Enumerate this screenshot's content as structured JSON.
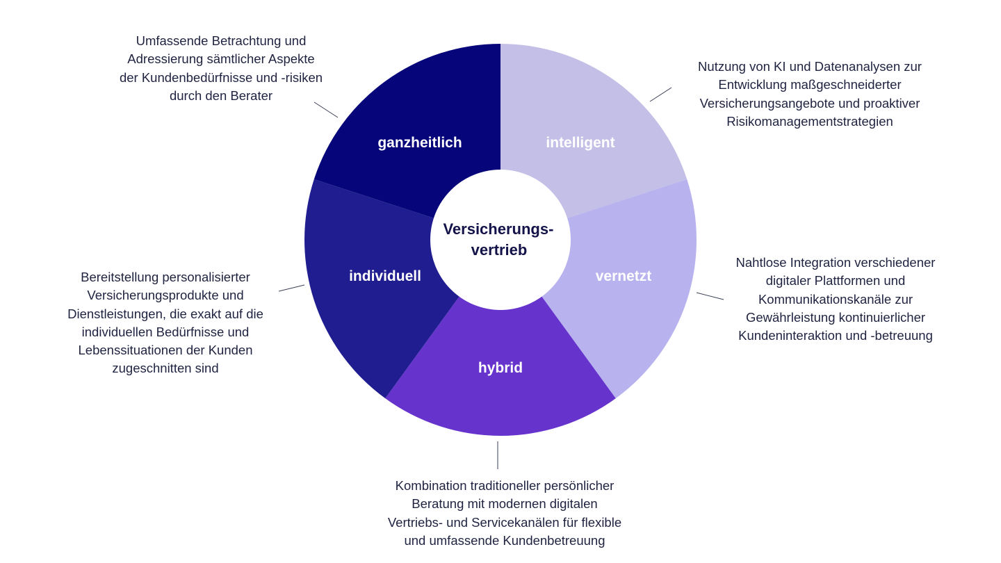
{
  "diagram": {
    "center": {
      "lines": [
        "Versicherungs-",
        "vertrieb"
      ]
    },
    "segments": [
      {
        "id": "intelligent",
        "label": "intelligent",
        "color": "#c4bfe6",
        "text_color": "#ffffff",
        "description": [
          "Nutzung von KI und Datenanalysen zur",
          "Entwicklung maßgeschneiderter",
          "Versicherungsangebote und proaktiver",
          "Risikomanagementstrategien"
        ]
      },
      {
        "id": "vernetzt",
        "label": "vernetzt",
        "color": "#b8b3ef",
        "text_color": "#ffffff",
        "description": [
          "Nahtlose Integration verschiedener",
          "digitaler Plattformen und",
          "Kommunikationskanäle zur",
          "Gewährleistung kontinuierlicher",
          "Kundeninteraktion und -betreuung"
        ]
      },
      {
        "id": "hybrid",
        "label": "hybrid",
        "color": "#6633cc",
        "text_color": "#ffffff",
        "description": [
          "Kombination traditioneller persönlicher",
          "Beratung mit modernen digitalen",
          "Vertriebs- und Servicekanälen für flexible",
          "und umfassende Kundenbetreuung"
        ]
      },
      {
        "id": "individuell",
        "label": "individuell",
        "color": "#1f1d8f",
        "text_color": "#ffffff",
        "description": [
          "Bereitstellung personalisierter",
          "Versicherungsprodukte und",
          "Dienstleistungen, die exakt auf die",
          "individuellen Bedürfnisse und",
          "Lebenssituationen der Kunden",
          "zugeschnitten sind"
        ]
      },
      {
        "id": "ganzheitlich",
        "label": "ganzheitlich",
        "color": "#06057a",
        "text_color": "#ffffff",
        "description": [
          "Umfassende Betrachtung und",
          "Adressierung sämtlicher Aspekte",
          "der Kundenbedürfnisse und -risiken",
          "durch den Berater"
        ]
      }
    ]
  }
}
